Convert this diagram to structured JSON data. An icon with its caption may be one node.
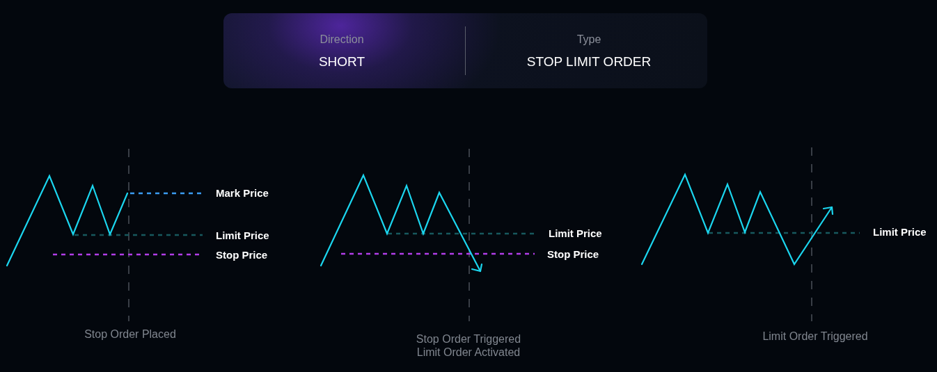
{
  "diagram": {
    "nodes": [
      {
        "text": [
          "Direction",
          "SHORT",
          "Type",
          "STOP LIMIT ORDER"
        ]
      }
    ],
    "labels": [
      "Mark Price",
      "Limit Price",
      "Stop Price",
      "Stop Order Placed",
      "Limit Price",
      "Stop Price",
      "Stop Order Triggered Limit Order Activated",
      "Limit Price",
      "Limit Order Triggered"
    ]
  }
}
